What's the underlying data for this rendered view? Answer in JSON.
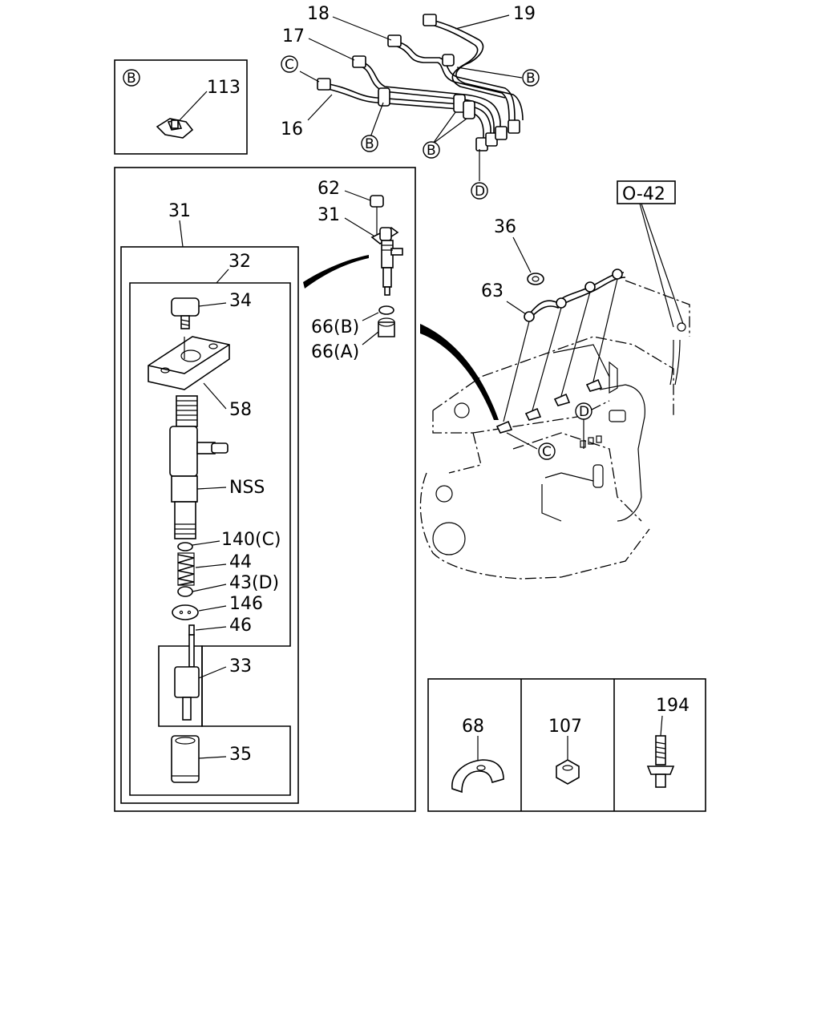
{
  "labels": {
    "p18": "18",
    "p19": "19",
    "p17": "17",
    "p16": "16",
    "p113": "113",
    "p31_top": "31",
    "p31_right": "31",
    "p32": "32",
    "p34": "34",
    "p58": "58",
    "nss": "NSS",
    "p140": "140(C)",
    "p44": "44",
    "p43": "43(D)",
    "p146": "146",
    "p46": "46",
    "p33": "33",
    "p35": "35",
    "p62": "62",
    "p66b": "66(B)",
    "p66a": "66(A)",
    "p36": "36",
    "p63": "63",
    "ref_o42": "O-42",
    "p68": "68",
    "p107": "107",
    "p194": "194"
  },
  "callouts": {
    "b": "B",
    "c": "C",
    "d": "D"
  }
}
